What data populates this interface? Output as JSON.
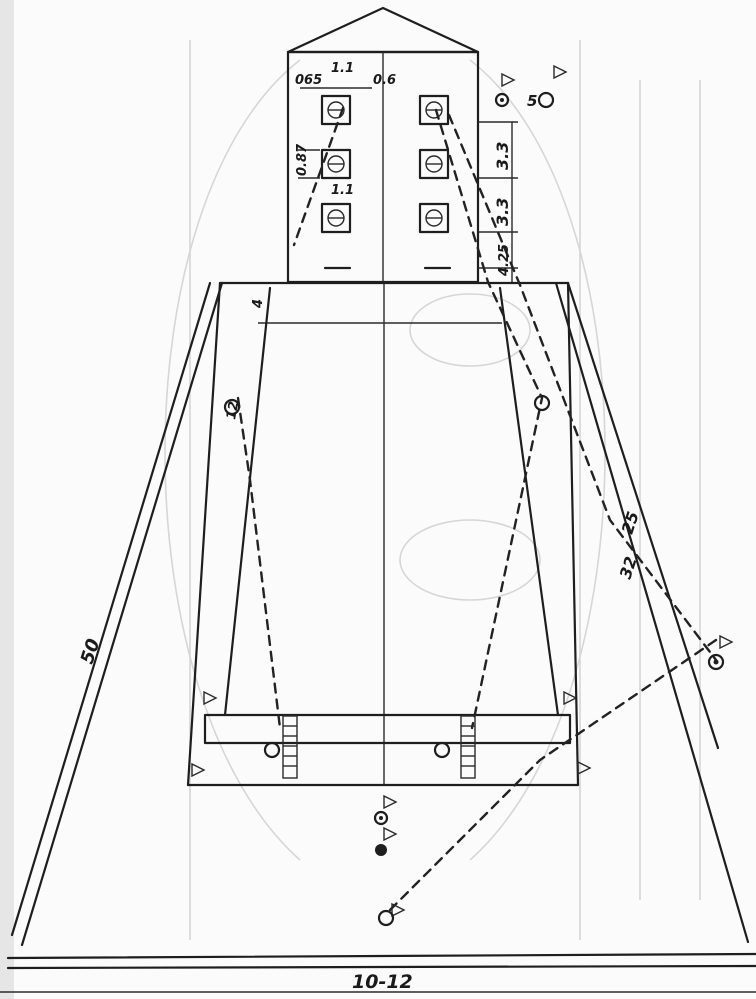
{
  "diagram": {
    "dimensions": {
      "d_065": "065",
      "d_11_top": "1.1",
      "d_06": "0.6",
      "d_087": "0.87",
      "d_11_mid": "1.1",
      "d_33_a": "3.3",
      "d_33_b": "3.3",
      "d_425": "4.25",
      "d_4": "4",
      "d_50": "50",
      "d_32": "32",
      "d_25": "25",
      "d_10_12": "10-12"
    },
    "markers": {
      "m_5": "5",
      "m_12": "12"
    }
  }
}
